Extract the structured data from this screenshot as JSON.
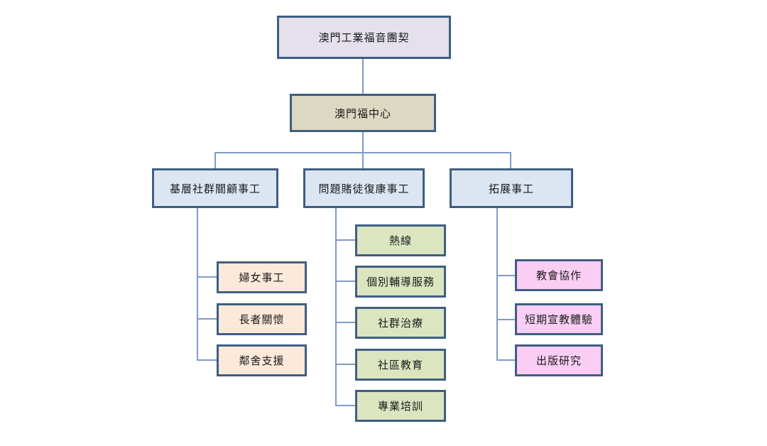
{
  "org": {
    "root": "澳門工業福音團契",
    "center": "澳門福中心",
    "branches": [
      {
        "label": "基層社群關顧事工",
        "children": [
          "婦女事工",
          "長者關懷",
          "鄰舍支援"
        ]
      },
      {
        "label": "問題賭徒復康事工",
        "children": [
          "熱線",
          "個別輔導服務",
          "社群治療",
          "社區教育",
          "專業培訓"
        ]
      },
      {
        "label": "拓展事工",
        "children": [
          "教會協作",
          "短期宣教體驗",
          "出版研究"
        ]
      }
    ]
  },
  "colors": {
    "box-border": "#3f5e82",
    "line": "#7e9cc4",
    "fill-root": "#e4e0ec",
    "fill-center": "#ddd8c2",
    "fill-branch": "#dce6f2",
    "fill-leaf-a": "#fce9da",
    "fill-leaf-b": "#dbe5c0",
    "fill-leaf-c": "#f9cdf4"
  }
}
